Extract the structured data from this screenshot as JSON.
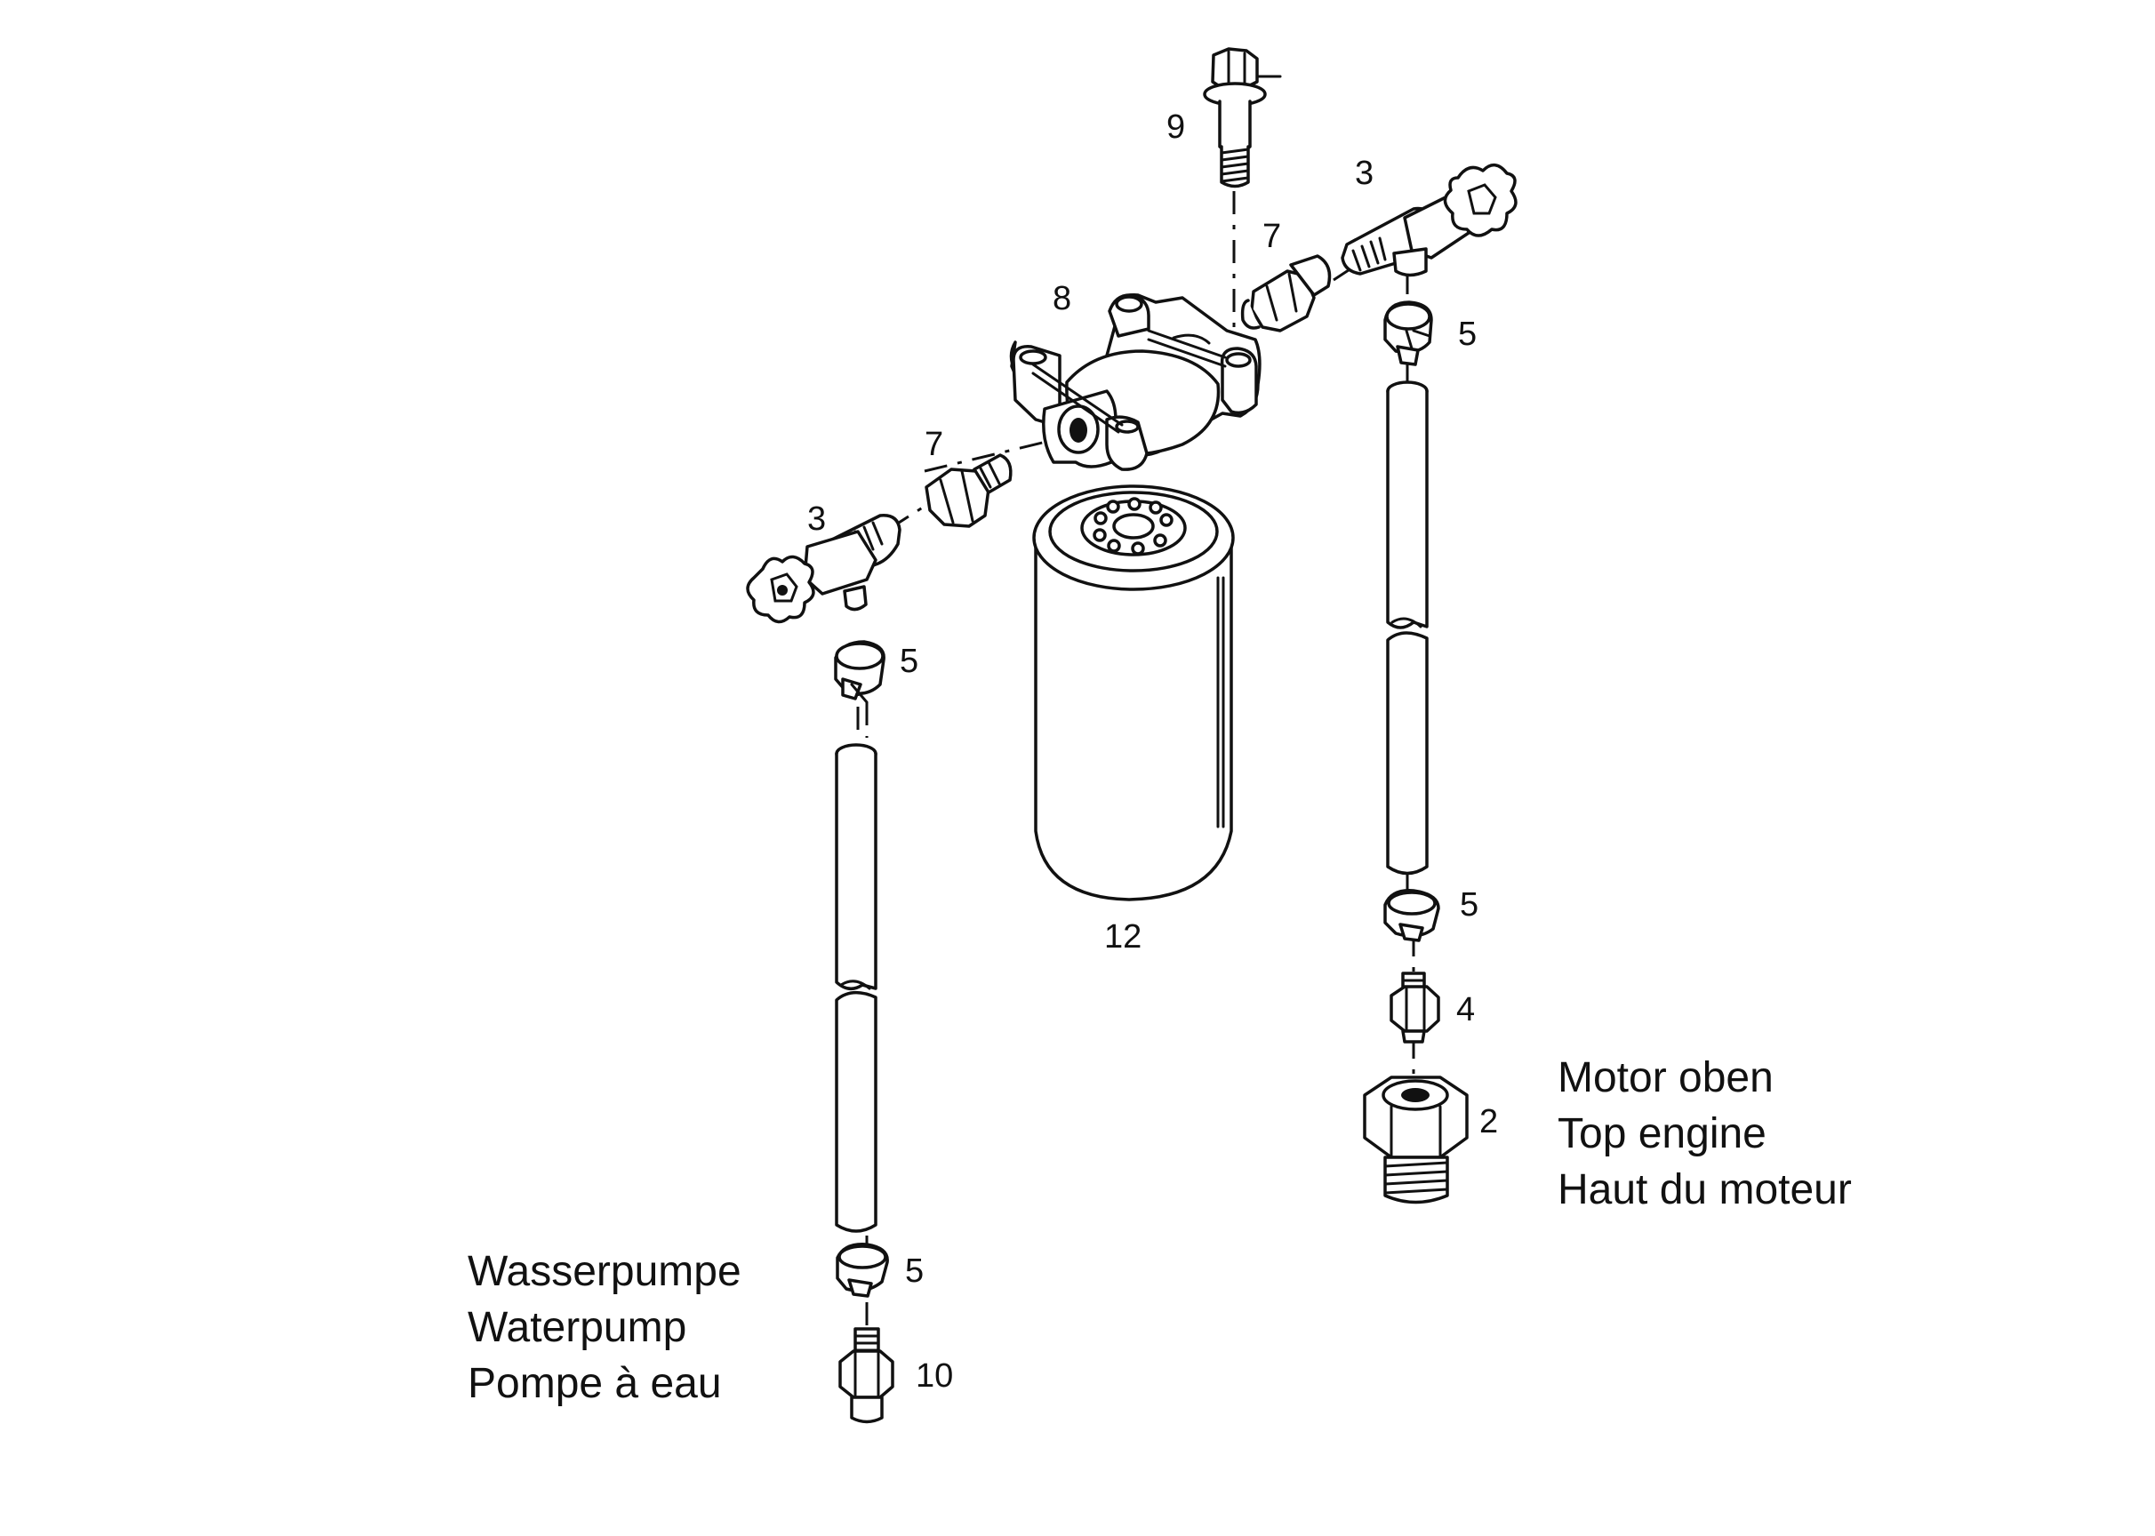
{
  "callouts": {
    "c9": "9",
    "c3_right": "3",
    "c7_right": "7",
    "c8": "8",
    "c5_right_top": "5",
    "c7_left": "7",
    "c3_left": "3",
    "c5_left_top": "5",
    "c12": "12",
    "c5_right_bottom": "5",
    "c4": "4",
    "c2": "2",
    "c5_left_bottom": "5",
    "c10": "10"
  },
  "captions": {
    "engine": [
      "Motor oben",
      "Top engine",
      "Haut du moteur"
    ],
    "pump": [
      "Wasserpumpe",
      "Waterpump",
      "Pompe à eau"
    ]
  }
}
